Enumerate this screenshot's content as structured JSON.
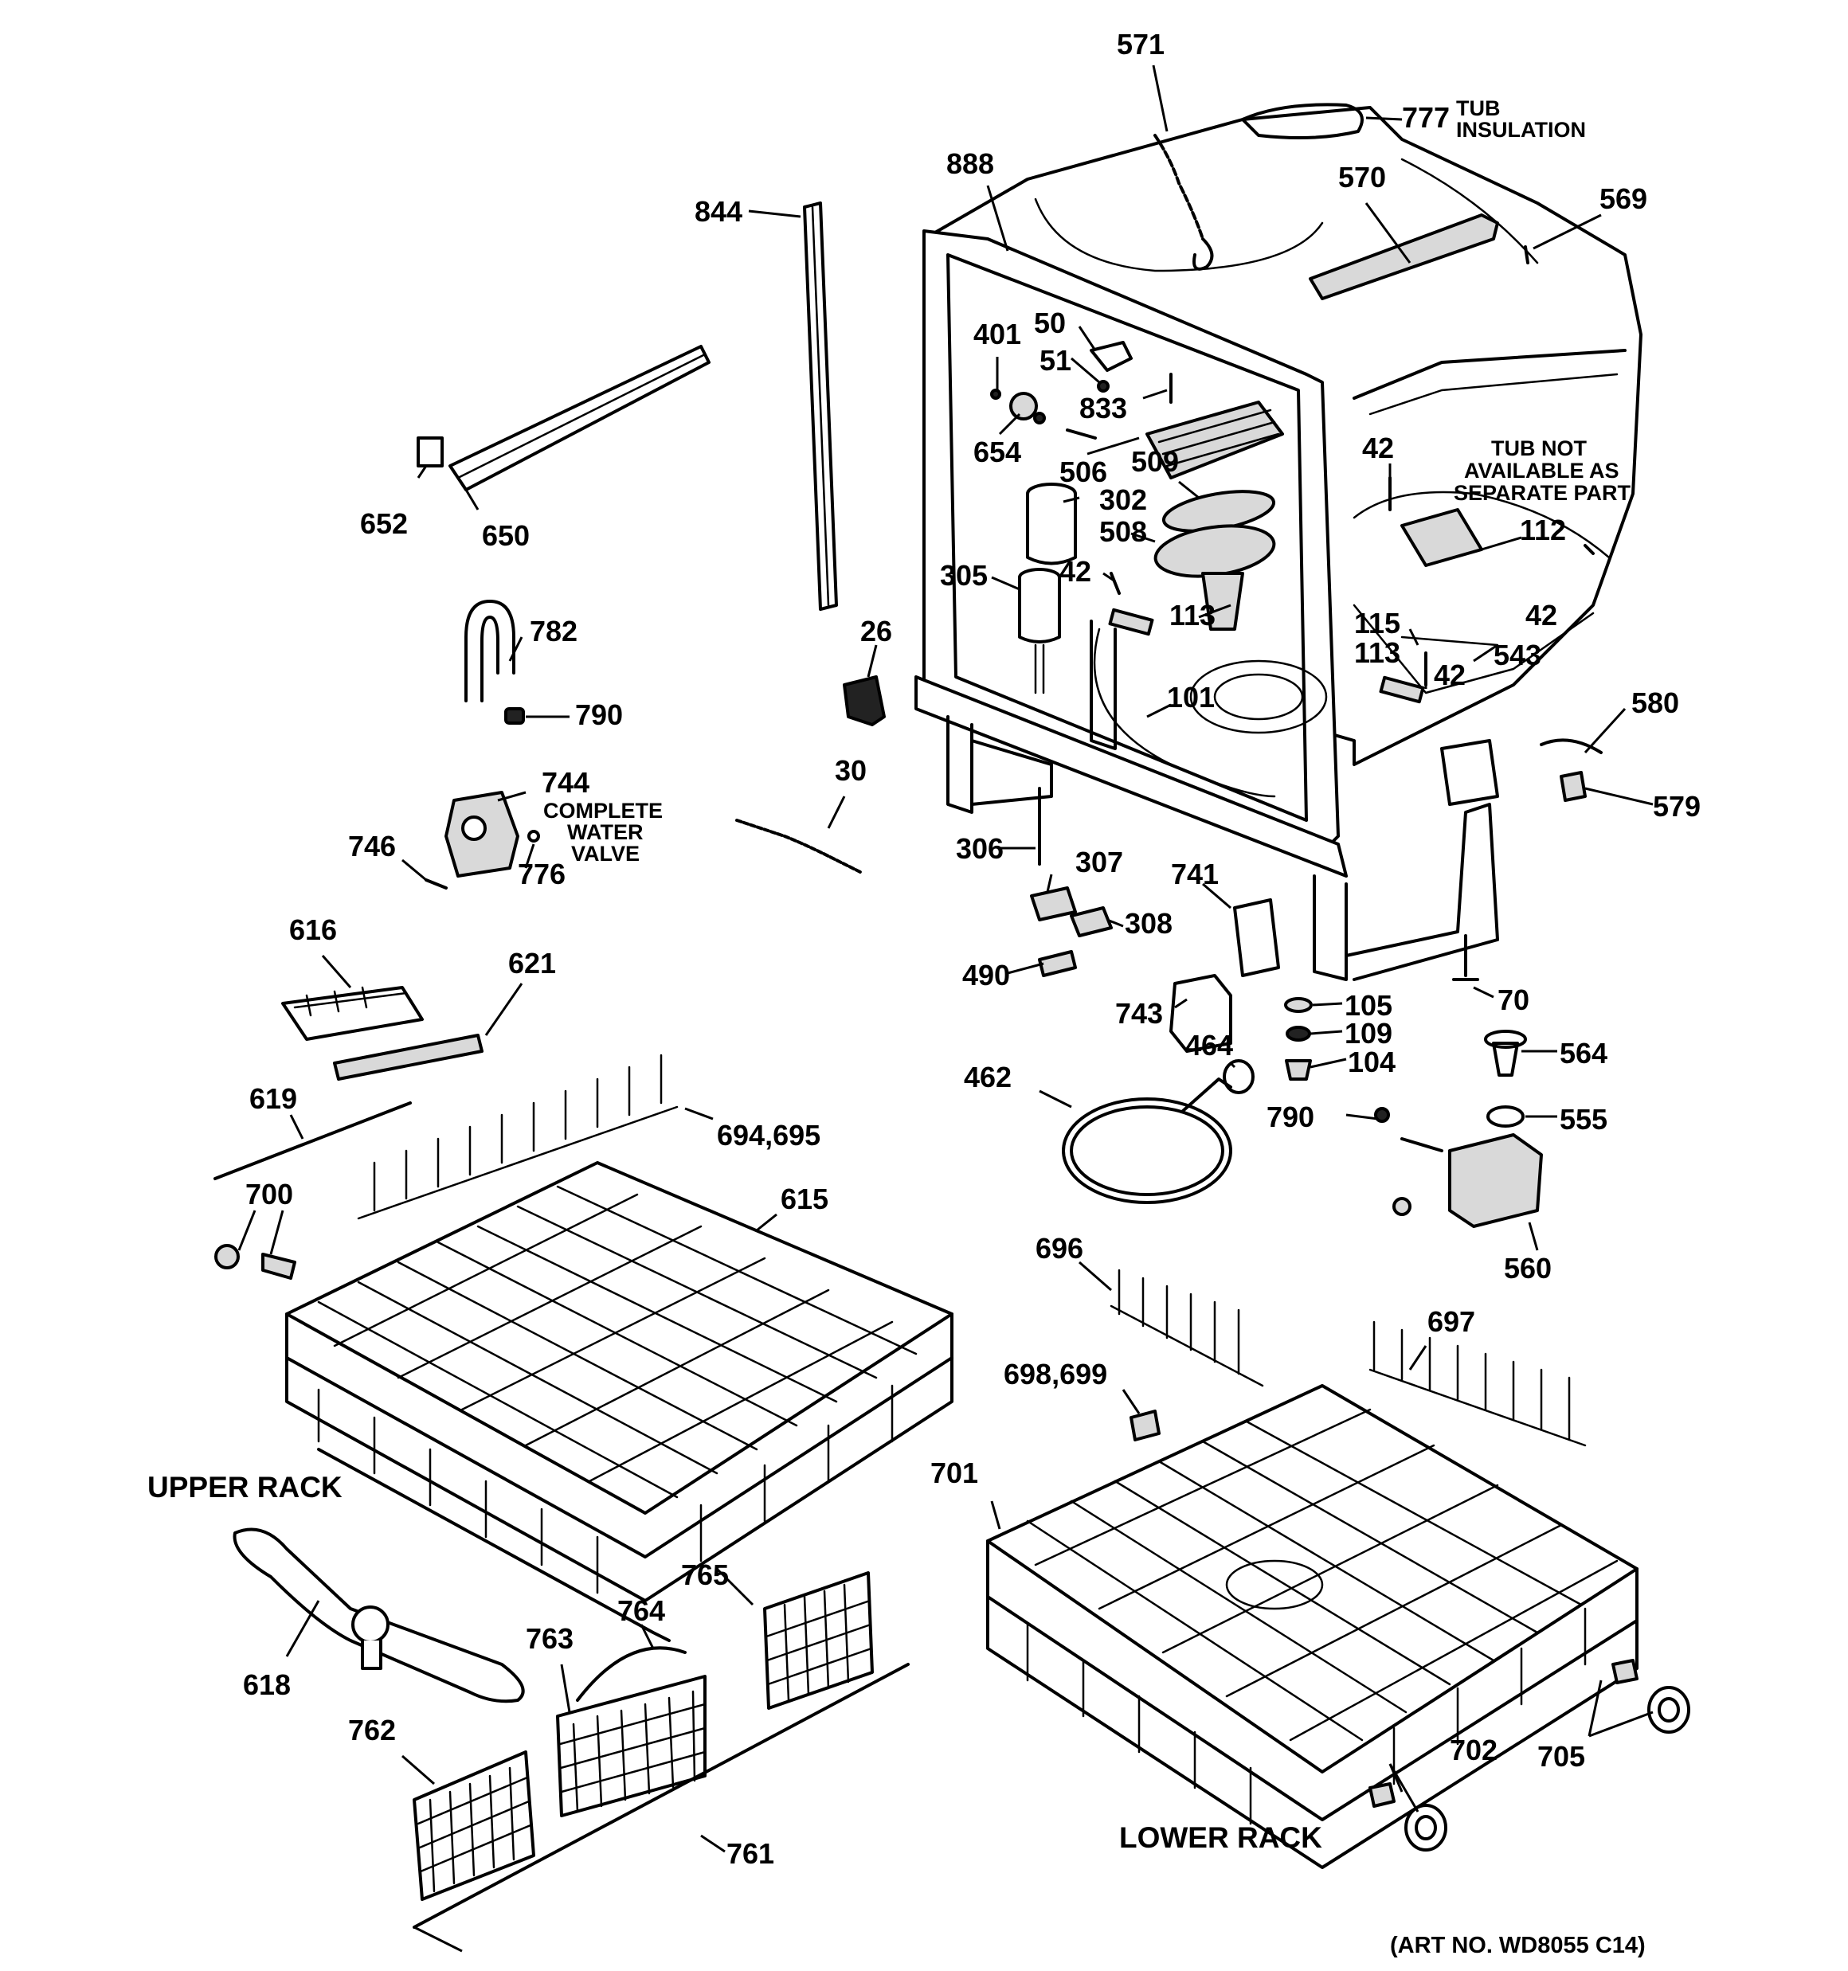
{
  "parts": {
    "p571": "571",
    "p777": "777",
    "p888": "888",
    "p570": "570",
    "p569": "569",
    "p844": "844",
    "p401": "401",
    "p50": "50",
    "p51": "51",
    "p833": "833",
    "p652": "652",
    "p650": "650",
    "p654": "654",
    "p506": "506",
    "p302": "302",
    "p509": "509",
    "p508": "508",
    "p42a": "42",
    "p42b": "42",
    "p42c": "42",
    "p42d": "42",
    "p112": "112",
    "p305": "305",
    "p113a": "113",
    "p113b": "113",
    "p115": "115",
    "p543": "543",
    "p782": "782",
    "p26": "26",
    "p101": "101",
    "p790a": "790",
    "p580": "580",
    "p744": "744",
    "p30": "30",
    "p579": "579",
    "p746": "746",
    "p776": "776",
    "p306": "306",
    "p307": "307",
    "p741": "741",
    "p616": "616",
    "p308": "308",
    "p621": "621",
    "p490": "490",
    "p70": "70",
    "p743": "743",
    "p105": "105",
    "p109": "109",
    "p464": "464",
    "p564": "564",
    "p462": "462",
    "p104": "104",
    "p619": "619",
    "p790b": "790",
    "p555": "555",
    "p694": "694,695",
    "p700": "700",
    "p615": "615",
    "p560": "560",
    "p696": "696",
    "p697": "697",
    "p698": "698,699",
    "p701": "701",
    "p765": "765",
    "p764": "764",
    "p763": "763",
    "p618": "618",
    "p762": "762",
    "p702": "702",
    "p705": "705",
    "p761": "761"
  },
  "notes": {
    "tub_insulation_1": "TUB",
    "tub_insulation_2": "INSULATION",
    "tub_na_1": "TUB NOT",
    "tub_na_2": "AVAILABLE AS",
    "tub_na_3": "SEPARATE PART",
    "valve_1": "COMPLETE",
    "valve_2": "WATER",
    "valve_3": "VALVE"
  },
  "captions": {
    "upper_rack": "UPPER RACK",
    "lower_rack": "LOWER RACK"
  },
  "art_number": "(ART NO. WD8055 C14)"
}
